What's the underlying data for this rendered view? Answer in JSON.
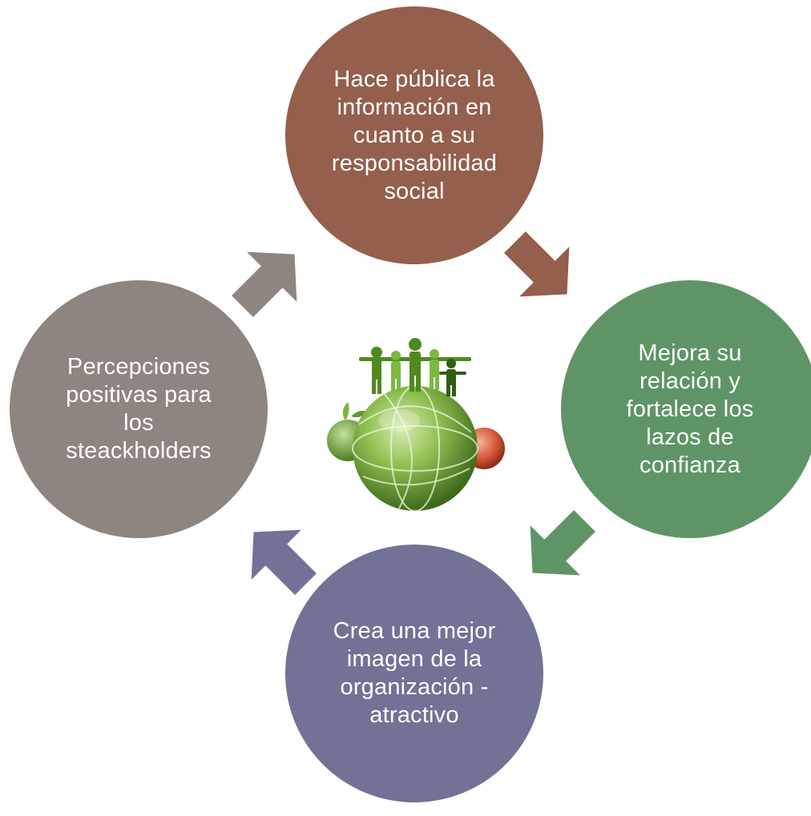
{
  "diagram": {
    "nodes": [
      {
        "id": "top",
        "text": "Hace pública la\ninformación en\ncuanto a su\nresponsabilidad\nsocial",
        "color": "#945f4d"
      },
      {
        "id": "right",
        "text": "Mejora su\nrelación y\nfortalece los\nlazos de\nconfianza",
        "color": "#5f9467"
      },
      {
        "id": "bottom",
        "text": "Crea una mejor\nimagen de la\norganización -\natractivo",
        "color": "#727196"
      },
      {
        "id": "left",
        "text": "Percepciones\npositivas para\nlos\nsteackholders",
        "color": "#8e8480"
      }
    ],
    "arrows": [
      {
        "from": "top",
        "to": "right",
        "color": "#945f4d"
      },
      {
        "from": "right",
        "to": "bottom",
        "color": "#5f9467"
      },
      {
        "from": "bottom",
        "to": "left",
        "color": "#727196"
      },
      {
        "from": "left",
        "to": "top",
        "color": "#8e8480"
      }
    ],
    "center_image": "globe-with-people-icon"
  }
}
